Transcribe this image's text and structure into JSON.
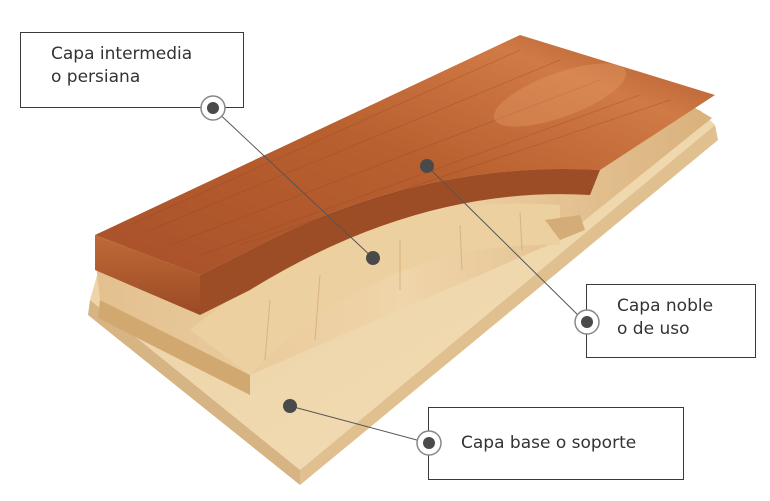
{
  "diagram": {
    "subject": "engineered wood flooring plank layers",
    "colors": {
      "top_layer": "#b2572a",
      "middle_layer": "#e8c89a",
      "base_layer": "#efd7ae",
      "leader_line": "#555555",
      "marker": "#4a4a4a",
      "box_border": "#3a3a3a",
      "text": "#333333"
    },
    "labels": [
      {
        "id": "intermedia",
        "lines": [
          "Capa intermedia",
          "o persiana"
        ]
      },
      {
        "id": "noble",
        "lines": [
          "Capa noble",
          "o de uso"
        ]
      },
      {
        "id": "base",
        "lines": [
          "Capa base o soporte"
        ]
      }
    ]
  }
}
